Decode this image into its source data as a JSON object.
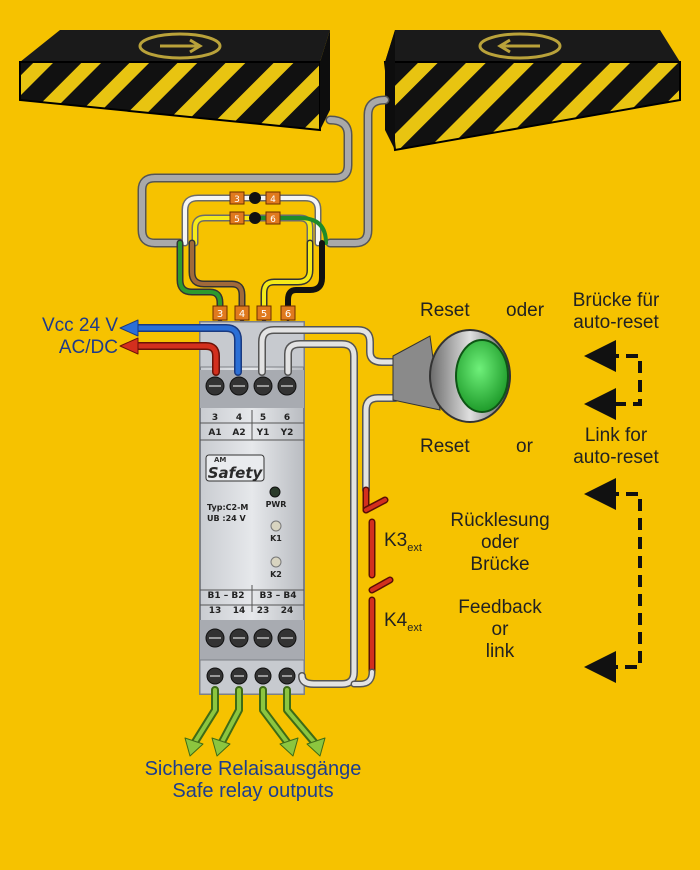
{
  "supply": {
    "line1": "Vcc 24 V",
    "line2": "AC/DC"
  },
  "reset_de": {
    "reset": "Reset",
    "oder": "oder",
    "bridge_line1": "Brücke für",
    "bridge_line2": "auto-reset"
  },
  "reset_en": {
    "reset": "Reset",
    "or": "or",
    "link_line1": "Link for",
    "link_line2": "auto-reset"
  },
  "feedback_de": {
    "line1": "Rücklesung",
    "line2": "oder",
    "line3": "Brücke"
  },
  "feedback_en": {
    "line1": "Feedback",
    "line2": "or",
    "line3": "link"
  },
  "contacts": {
    "k3": "K3",
    "k4": "K4",
    "subscript": "ext"
  },
  "outputs": {
    "line1": "Sichere Relaisausgänge",
    "line2": "Safe relay outputs"
  },
  "device": {
    "brand_small": "AM",
    "brand": "Safety",
    "type": "Typ:C2-M",
    "ub": "UB :24 V",
    "led_pwr": "PWR",
    "led_k1": "K1",
    "led_k2": "K2",
    "top_numbers": [
      "3",
      "4",
      "5",
      "6"
    ],
    "top_names": [
      "A1",
      "A2",
      "Y1",
      "Y2"
    ],
    "bottom_groups": [
      "B1 – B2",
      "B3 – B4"
    ],
    "bottom_numbers": [
      "13",
      "14",
      "23",
      "24"
    ]
  },
  "wire_tags": {
    "top": [
      "3",
      "4",
      "5",
      "6"
    ],
    "ring1": [
      "3",
      "4"
    ],
    "ring2": [
      "5",
      "6"
    ]
  },
  "colors": {
    "background": "#f6c200",
    "wire_grey": "#9a9a9a",
    "supply_plus": "#d32f1e",
    "supply_minus": "#2b6fd6",
    "output_arrow": "#7fb83a",
    "button_green": "#2fbf3a"
  }
}
